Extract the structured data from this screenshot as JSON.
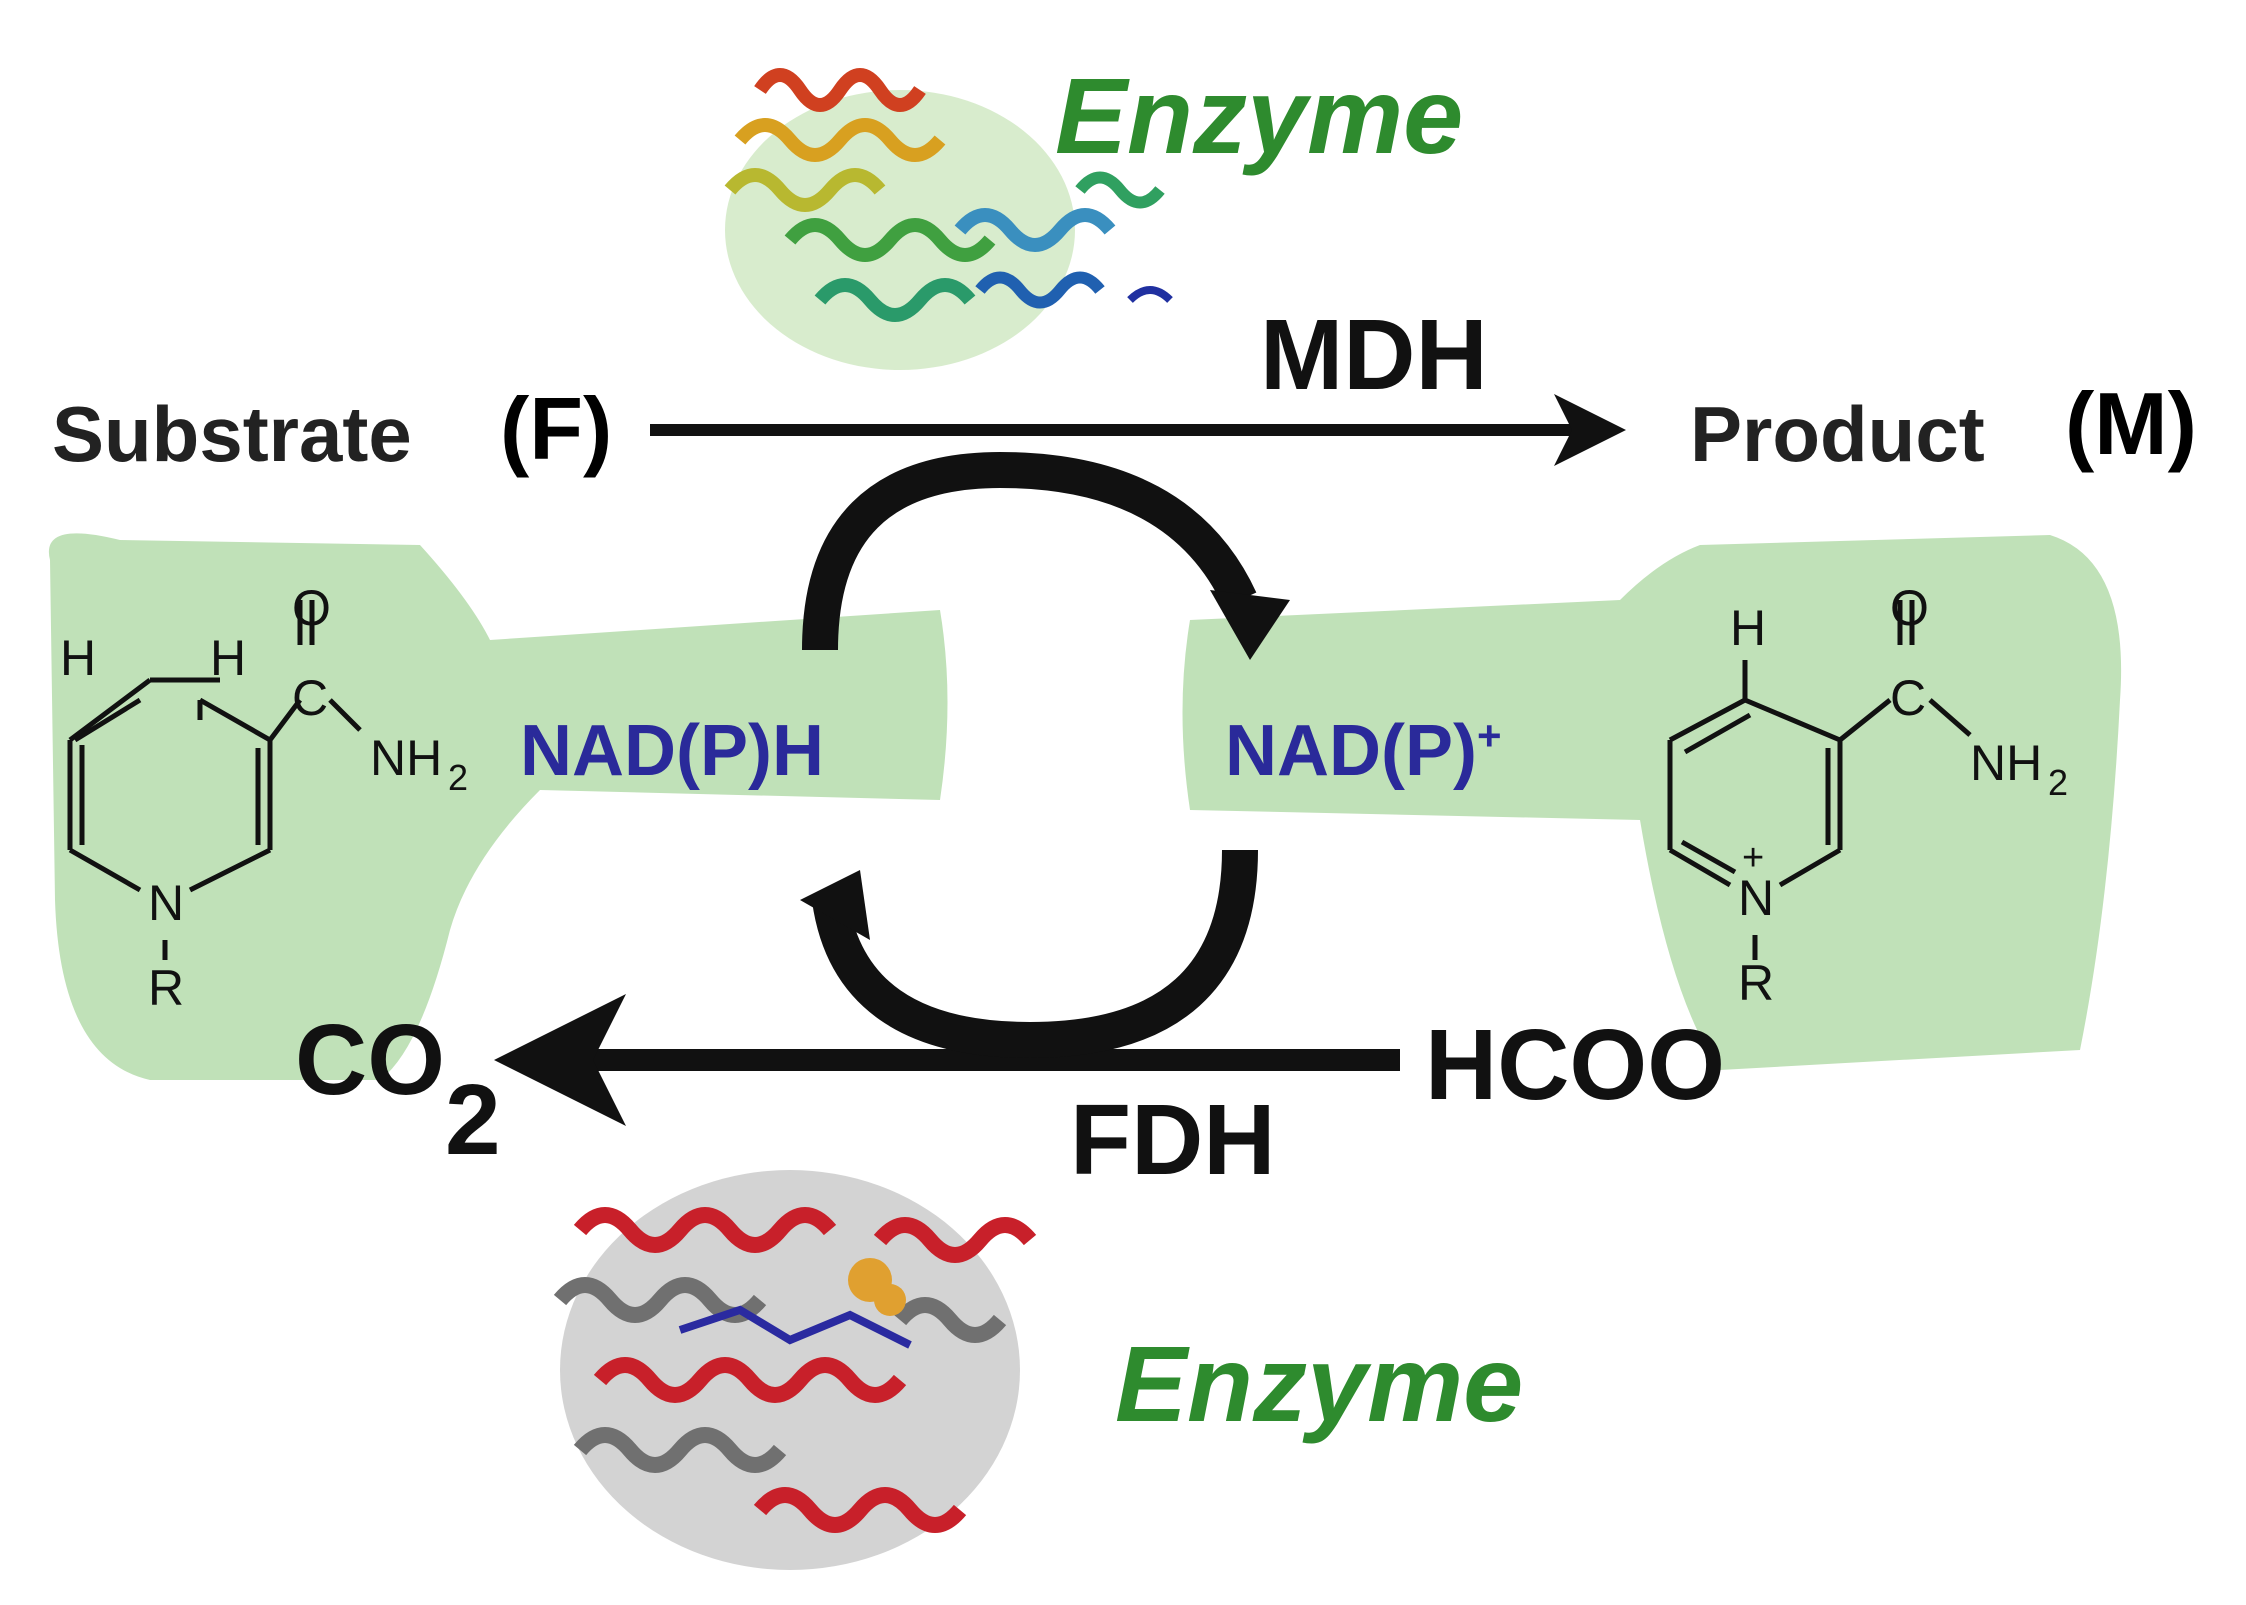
{
  "colors": {
    "enzyme_text": "#2e8b2e",
    "cofactor_text": "#2a2a9a",
    "highlight": "#b9deb0",
    "arrow": "#111111",
    "mdh_protein": "#3a8fbf",
    "fdh_protein": "#c8202a"
  },
  "labels": {
    "enzyme_top": "Enzyme",
    "enzyme_bottom": "Enzyme",
    "mdh": "MDH",
    "fdh": "FDH",
    "substrate": "Substrate",
    "substrate_tag": "(F)",
    "product": "Product",
    "product_tag": "(M)",
    "nadph": "NAD(P)H",
    "nadp_plus": "NAD(P)",
    "nadp_plus_charge": "+",
    "co2_base": "CO",
    "co2_sub": "2",
    "hcoo": "HCOO"
  },
  "structures": {
    "left": {
      "atoms": [
        "H",
        "H",
        "O",
        "C",
        "NH",
        "2",
        "N",
        "R"
      ]
    },
    "right": {
      "atoms": [
        "H",
        "O",
        "C",
        "NH",
        "2",
        "+",
        "N",
        "R"
      ]
    }
  },
  "icons": [
    "mdh-protein-ribbon-icon",
    "fdh-protein-ribbon-icon"
  ]
}
